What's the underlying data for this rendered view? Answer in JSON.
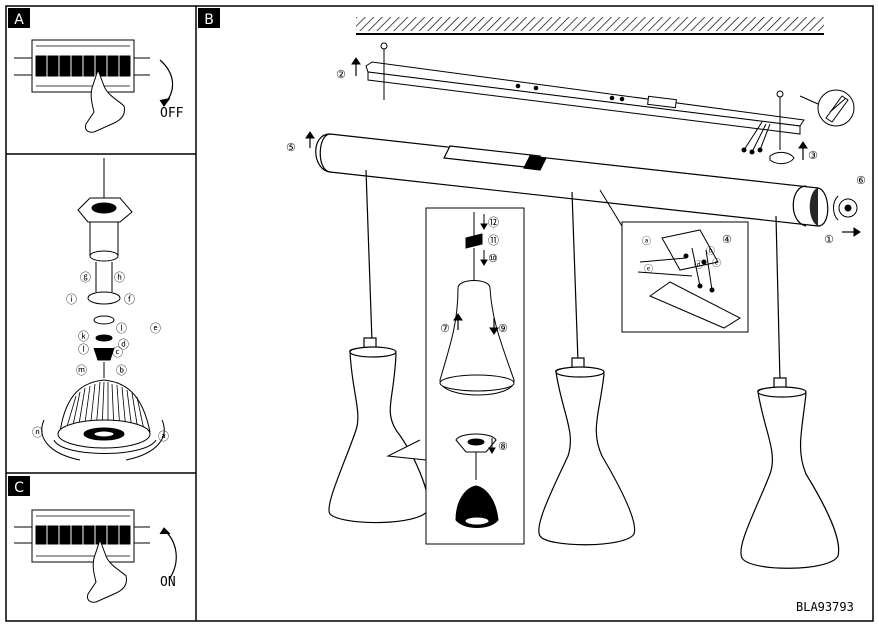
{
  "panels": {
    "a": {
      "letter": "A",
      "label": "OFF"
    },
    "b": {
      "letter": "B",
      "code": "BLA93793"
    },
    "c": {
      "letter": "C",
      "label": "ON"
    }
  },
  "callouts": {
    "main": [
      "①",
      "②",
      "③",
      "④",
      "⑤",
      "⑥"
    ],
    "inset": [
      "⑦",
      "⑧",
      "⑨",
      "⑩",
      "⑪",
      "⑫"
    ],
    "wires": [
      "ⓐ",
      "ⓑ",
      "ⓒ",
      "ⓓ",
      "ⓔ"
    ],
    "socket": [
      "ⓐ",
      "ⓑ",
      "ⓒ",
      "ⓓ",
      "ⓔ",
      "ⓕ",
      "ⓖ",
      "ⓗ",
      "ⓘ",
      "ⓚ",
      "ⓛ",
      "ⓜ",
      "ⓝ"
    ]
  }
}
